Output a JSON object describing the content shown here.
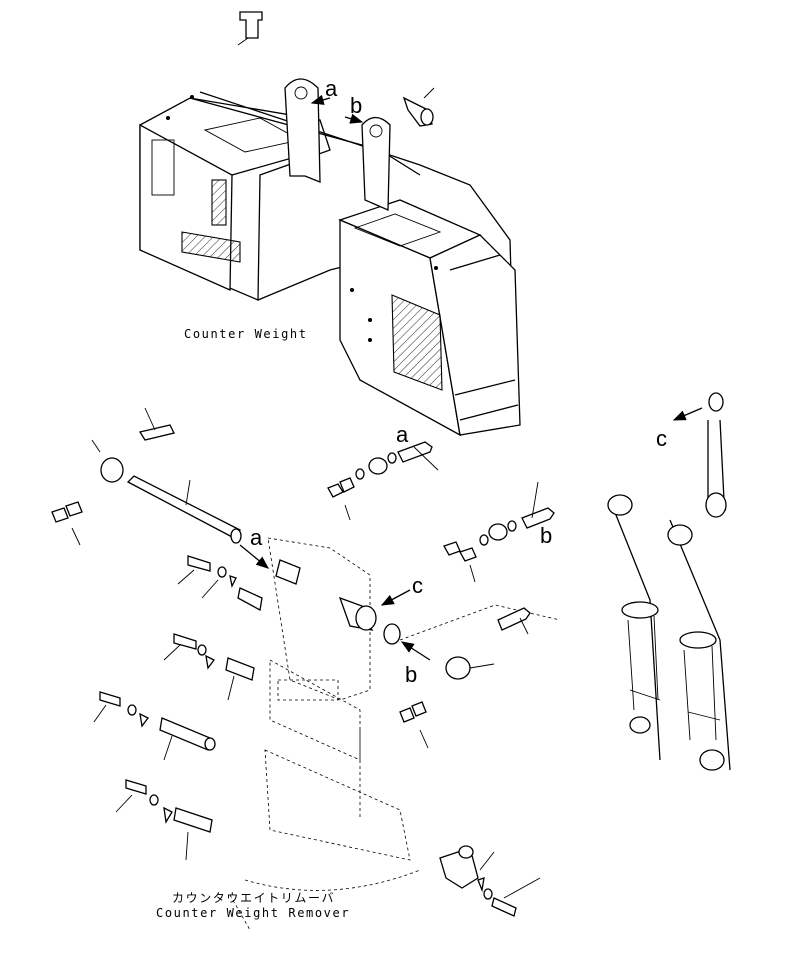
{
  "captions": {
    "counter_weight": "Counter Weight",
    "remover_jp": "カウンタウエイトリムーバ",
    "remover_en": "Counter Weight Remover"
  },
  "refs": {
    "a_top": "a",
    "b_top": "b",
    "a_bolt": "a",
    "b_bolt": "b",
    "a_shaft": "a",
    "c_bracket": "c",
    "b_bracket": "b",
    "c_cylinder": "c"
  }
}
